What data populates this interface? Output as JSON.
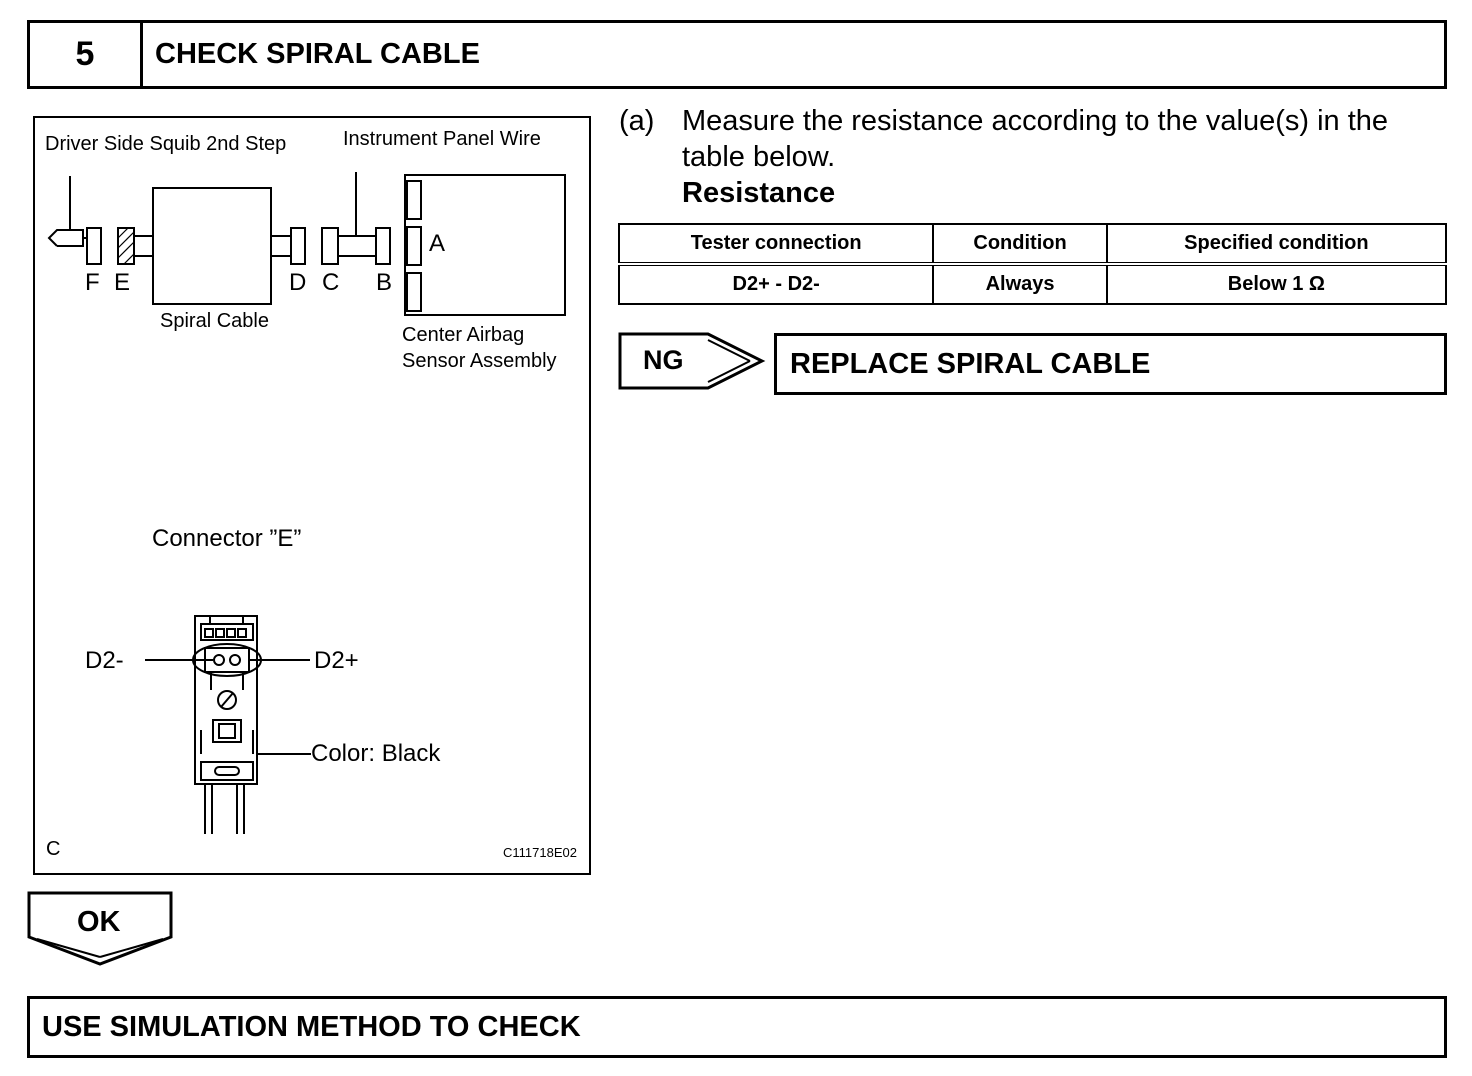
{
  "step": {
    "number": "5",
    "title": "CHECK SPIRAL CABLE"
  },
  "illustration": {
    "labels": {
      "driver_side_squib": "Driver Side Squib 2nd Step",
      "instrument_panel_wire": "Instrument Panel Wire",
      "connector_f": "F",
      "connector_e": "E",
      "connector_d": "D",
      "connector_c": "C",
      "connector_b": "B",
      "connector_a": "A",
      "spiral_cable": "Spiral Cable",
      "center_airbag_line1": "Center Airbag",
      "center_airbag_line2": "Sensor Assembly",
      "connector_e_title": "Connector ”E”",
      "terminal_d2_minus": "D2-",
      "terminal_d2_plus": "D2+",
      "color_note": "Color: Black",
      "corner_mark": "C",
      "figure_code": "C111718E02"
    }
  },
  "instruction": {
    "marker": "(a)",
    "text": "Measure the resistance according to the value(s) in the table below.",
    "heading": "Resistance"
  },
  "table": {
    "headers": [
      "Tester connection",
      "Condition",
      "Specified condition"
    ],
    "rows": [
      [
        "D2+ - D2-",
        "Always",
        "Below 1 Ω"
      ]
    ]
  },
  "ng": {
    "label": "NG",
    "result": "REPLACE SPIRAL CABLE"
  },
  "ok": {
    "label": "OK",
    "result": "USE SIMULATION METHOD TO CHECK"
  }
}
